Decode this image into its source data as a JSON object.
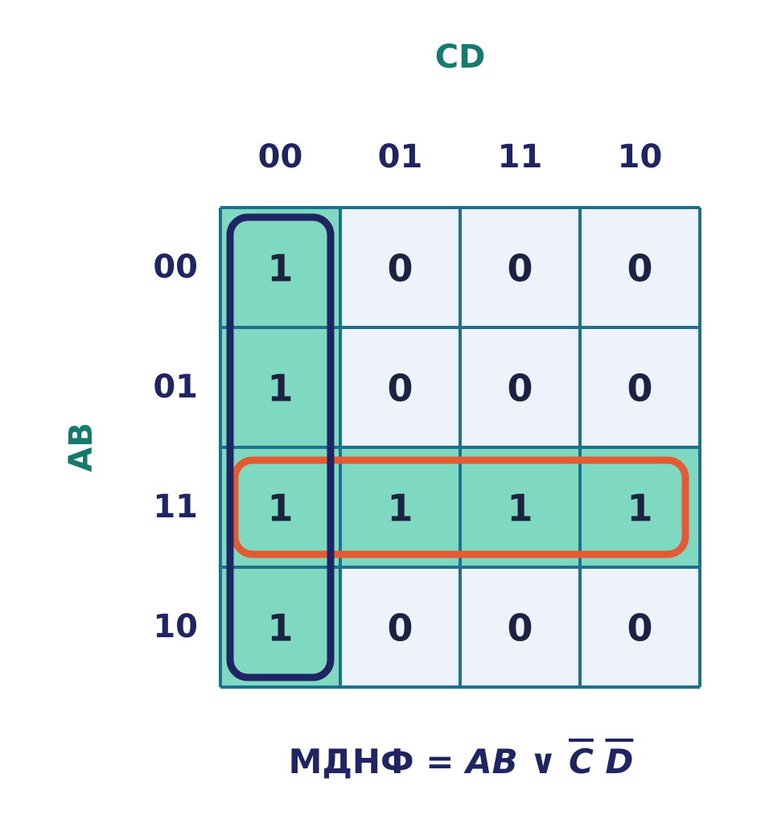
{
  "axes": {
    "column_variable": "CD",
    "row_variable": "AB"
  },
  "columns": [
    "00",
    "01",
    "11",
    "10"
  ],
  "rows": [
    "00",
    "01",
    "11",
    "10"
  ],
  "cells": [
    [
      "1",
      "0",
      "0",
      "0"
    ],
    [
      "1",
      "0",
      "0",
      "0"
    ],
    [
      "1",
      "1",
      "1",
      "1"
    ],
    [
      "1",
      "0",
      "0",
      "0"
    ]
  ],
  "groups": [
    {
      "cells": [
        [
          0,
          0
        ],
        [
          1,
          0
        ],
        [
          2,
          0
        ],
        [
          3,
          0
        ]
      ],
      "color": "#1f2563"
    },
    {
      "cells": [
        [
          2,
          0
        ],
        [
          2,
          1
        ],
        [
          2,
          2
        ],
        [
          2,
          3
        ]
      ],
      "color": "#e55a31"
    }
  ],
  "colors": {
    "one_fill": "#7fd9c1",
    "zero_fill": "#edf2fb",
    "grid": "#1d7090",
    "header": "#1f2563",
    "axis_label": "#137a6c"
  },
  "formula": {
    "prefix": "МДНФ = ",
    "term1": "AB",
    "operator": " ∨ ",
    "term2_a": "C",
    "term2_b": "D"
  }
}
